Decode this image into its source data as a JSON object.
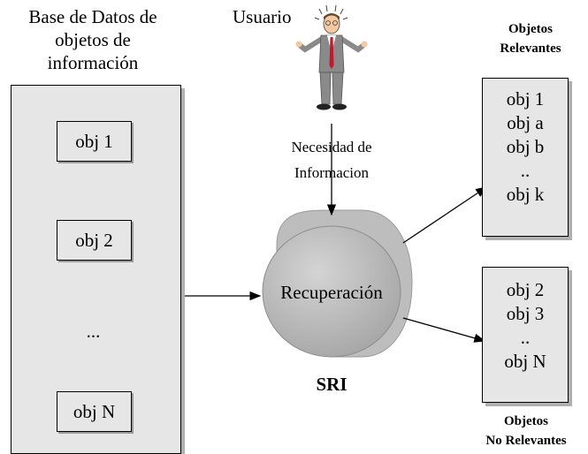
{
  "database": {
    "title_lines": [
      "Base de Datos de",
      "objetos de",
      "información"
    ],
    "objects": [
      "obj 1",
      "obj 2",
      "...",
      "obj N"
    ]
  },
  "user": {
    "label": "Usuario",
    "need_lines": [
      "Necesidad de",
      "Informacion"
    ]
  },
  "sri": {
    "cylinder_label": "Recuperación",
    "name": "SRI"
  },
  "relevant": {
    "title_lines": [
      "Objetos",
      "Relevantes"
    ],
    "items": [
      "obj 1",
      "obj a",
      "obj b",
      "..",
      "obj k"
    ]
  },
  "non_relevant": {
    "title_lines": [
      "Objetos",
      "No Relevantes"
    ],
    "items": [
      "obj 2",
      "obj 3",
      "..",
      "obj N"
    ]
  },
  "colors": {
    "panel_fill": "#e6e6e6",
    "cylinder_fill": "#b4b4b4",
    "tie": "#c0192b",
    "suit": "#8a8a8a"
  }
}
